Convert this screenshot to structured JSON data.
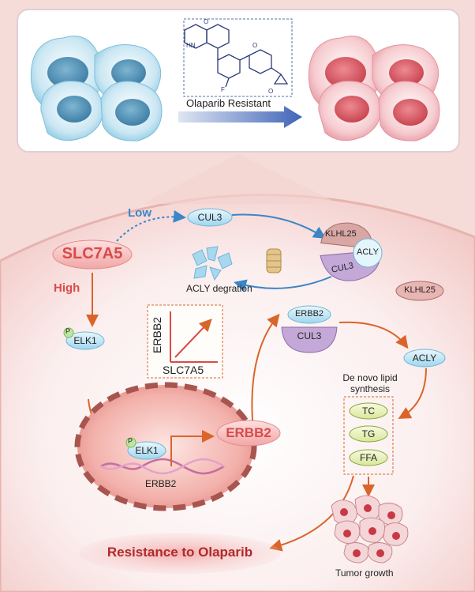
{
  "header": {
    "drug_caption": "Olaparib Resistant"
  },
  "pathway": {
    "slc7a5": "SLC7A5",
    "low": "Low",
    "high": "High",
    "cul3": "CUL3",
    "klhl25": "KLHL25",
    "acly": "ACLY",
    "acly_degradation": "ACLY degration",
    "klhl25_free": "KLHL25",
    "p": "P",
    "elk1": "ELK1",
    "erbb2_gene": "ERBB2",
    "erbb2": "ERBB2",
    "complex_erbb2": "ERBB2",
    "complex_cul3": "CUL3",
    "acly_right": "ACLY",
    "lipid_synthesis": "De novo lipid\nsynthesis",
    "lipids": [
      "TC",
      "TG",
      "FFA"
    ],
    "tumor_growth": "Tumor growth",
    "resistance": "Resistance to Olaparib"
  },
  "inset_chart": {
    "ylabel": "ERBB2",
    "xlabel": "SLC7A5"
  },
  "colors": {
    "accent_red": "#d94a4a",
    "arrow_blue": "#3a86c8",
    "arrow_orange": "#d9652b"
  }
}
